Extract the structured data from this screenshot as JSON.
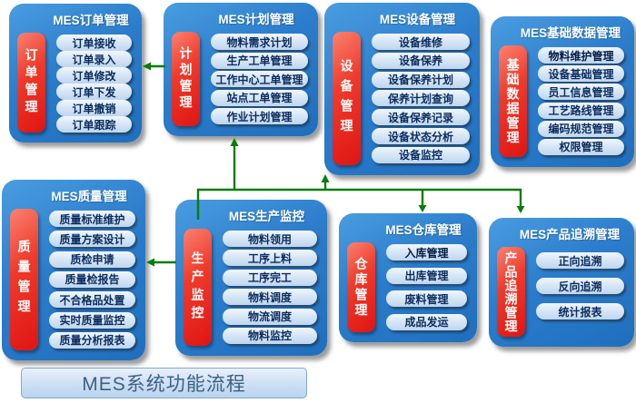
{
  "diagram": {
    "banner_label": "MES系统功能流程",
    "colors": {
      "box_blue": "#2b7ccb",
      "side_label_red": "#e62020",
      "pill_light_blue": "#cfe2f6",
      "pill_text_navy": "#0b2c5e",
      "arrow_green": "#077d07",
      "banner_text": "#3c6186"
    },
    "boxes": [
      {
        "id": "order",
        "title": "MES订单管理",
        "side_label": "订单管理",
        "items": [
          "订单接收",
          "订单录入",
          "订单修改",
          "订单下发",
          "订单撤销",
          "订单跟踪"
        ]
      },
      {
        "id": "plan",
        "title": "MES计划管理",
        "side_label": "计划管理",
        "items": [
          "物料需求计划",
          "生产工单管理",
          "工作中心工单管理",
          "站点工单管理",
          "作业计划管理"
        ]
      },
      {
        "id": "equipment",
        "title": "MES设备管理",
        "side_label": "设备管理",
        "items": [
          "设备维修",
          "设备保养",
          "设备保养计划",
          "保养计划查询",
          "设备保养记录",
          "设备状态分析",
          "设备监控"
        ]
      },
      {
        "id": "basedata",
        "title": "MES基础数据管理",
        "side_label": "基础数据管理",
        "items": [
          "物料维护管理",
          "设备基础管理",
          "员工信息管理",
          "工艺路线管理",
          "编码规范管理",
          "权限管理"
        ]
      },
      {
        "id": "quality",
        "title": "MES质量管理",
        "side_label": "质量管理",
        "items": [
          "质量标准维护",
          "质量方案设计",
          "质检申请",
          "质量检报告",
          "不合格品处置",
          "实时质量监控",
          "质量分析报表"
        ]
      },
      {
        "id": "production",
        "title": "MES生产监控",
        "side_label": "生产监控",
        "items": [
          "物料领用",
          "工序上料",
          "工序完工",
          "物料调度",
          "物流调度",
          "物料监控"
        ]
      },
      {
        "id": "warehouse",
        "title": "MES仓库管理",
        "side_label": "仓库管理",
        "items": [
          "入库管理",
          "出库管理",
          "废料管理",
          "成品发运"
        ]
      },
      {
        "id": "trace",
        "title": "MES产品追溯管理",
        "side_label": "产品追溯管理",
        "items": [
          "正向追溯",
          "反向追溯",
          "统计报表"
        ]
      }
    ],
    "connections": [
      {
        "from": "plan",
        "to": "order",
        "style": "arrow-left"
      },
      {
        "from": "production",
        "to": "quality",
        "style": "arrow-left"
      },
      {
        "from": "production-trunk",
        "to": "plan",
        "style": "arrow-up"
      },
      {
        "from": "production-trunk",
        "to": "equipment",
        "style": "arrow-up"
      },
      {
        "from": "production-trunk",
        "to": "warehouse",
        "style": "arrow-down"
      },
      {
        "from": "production-trunk",
        "to": "trace",
        "style": "arrow-down"
      },
      {
        "from": "production-trunk",
        "to": "production",
        "style": "line-down"
      }
    ]
  }
}
